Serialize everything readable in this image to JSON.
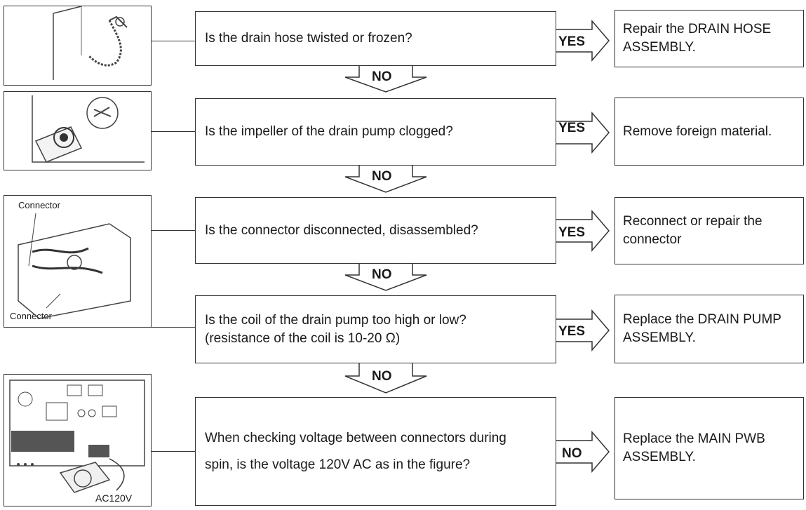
{
  "steps": [
    {
      "question": "Is the drain hose twisted or frozen?",
      "answer_label": "YES",
      "result": "Repair the DRAIN HOSE ASSEMBLY."
    },
    {
      "question": "Is the impeller of the drain pump clogged?",
      "answer_label": "YES",
      "result": "Remove foreign material."
    },
    {
      "question": "Is the connector disconnected, disassembled?",
      "answer_label": "YES",
      "result": "Reconnect or repair the connector"
    },
    {
      "question_line1": "Is the coil of the drain pump too high or low?",
      "question_line2": "(resistance of the coil is 10-20 Ω)",
      "answer_label": "YES",
      "result": "Replace the DRAIN PUMP ASSEMBLY."
    },
    {
      "question_line1": "When checking voltage between connectors during",
      "question_line2": "spin, is the voltage 120V AC as in the figure?",
      "answer_label": "NO",
      "result": "Replace the MAIN PWB ASSEMBLY."
    }
  ],
  "down_labels": [
    "NO",
    "NO",
    "NO",
    "NO"
  ],
  "illustrations": {
    "connector_top": "Connector",
    "connector_bottom": "Connector",
    "voltage_label": "AC120V"
  }
}
